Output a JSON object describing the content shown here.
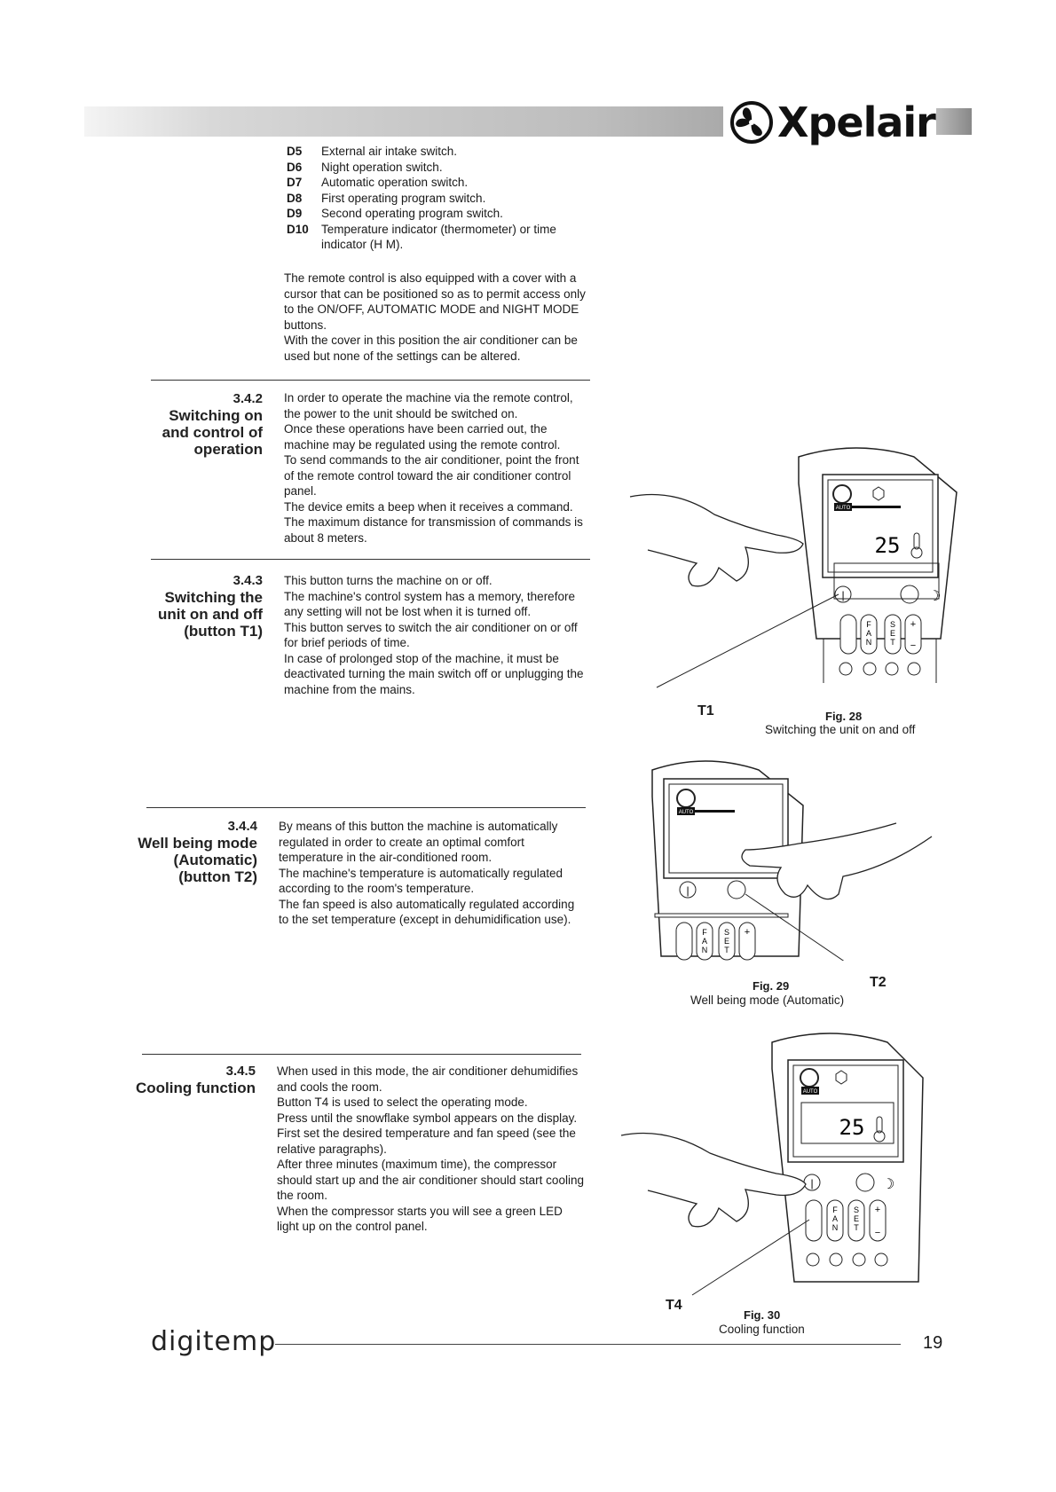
{
  "header": {
    "brand": "Xpelair",
    "logo_icon": "fan-logo-icon"
  },
  "d_items": [
    {
      "code": "D5",
      "text": "External air intake switch."
    },
    {
      "code": "D6",
      "text": "Night operation switch."
    },
    {
      "code": "D7",
      "text": "Automatic operation switch."
    },
    {
      "code": "D8",
      "text": "First operating program switch."
    },
    {
      "code": "D9",
      "text": "Second operating program switch."
    },
    {
      "code": "D10",
      "text": "Temperature indicator (thermometer) or time indicator (H M)."
    }
  ],
  "cover_paragraph": [
    "The remote control is also equipped with a cover with a cursor that can be positioned so as to permit access only to the ON/OFF, AUTOMATIC MODE and NIGHT MODE buttons.",
    "With the cover in this position the air conditioner can be used but none of the settings can be altered."
  ],
  "sections": [
    {
      "number": "3.4.2",
      "title_lines": [
        "Switching on",
        "and control of",
        "operation"
      ],
      "paragraphs": [
        "In order to operate the machine via the remote control, the power to the unit should be switched on.",
        "Once these operations have been carried out, the machine may be regulated using the remote control.",
        "To send commands to the air conditioner, point the front of the remote control toward the air conditioner control panel.",
        "The device emits a beep when it receives a command.",
        "The maximum distance for transmission of commands is about 8 meters."
      ]
    },
    {
      "number": "3.4.3",
      "title_lines": [
        "Switching the",
        "unit on and off",
        "(button T1)"
      ],
      "paragraphs": [
        "This button turns the machine on or off.",
        "The machine's control system has a memory, therefore any setting will not be lost when it is turned off.",
        "This button serves to switch the air conditioner on or off for brief periods of time.",
        "In case of prolonged stop of the machine, it must be deactivated turning the main switch off or unplugging the machine from the mains."
      ]
    },
    {
      "number": "3.4.4",
      "title_lines": [
        "Well being mode",
        "(Automatic)",
        "(button T2)"
      ],
      "paragraphs": [
        "By means of this button the machine is automatically regulated in order to create an optimal comfort temperature in the air-conditioned room.",
        "The machine's temperature is automatically regulated according to the room's temperature.",
        "The fan speed is also automatically regulated according to the set temperature (except in dehumidification use)."
      ]
    },
    {
      "number": "3.4.5",
      "title_lines": [
        "Cooling function"
      ],
      "paragraphs": [
        "When used in this mode, the air conditioner dehumidifies and cools the room.",
        "Button T4 is used to select the operating mode.",
        "Press until the snowflake symbol appears on the display.",
        "First set the desired temperature and fan speed (see the relative paragraphs).",
        "After three minutes (maximum time), the compressor should start up and the air conditioner should start cooling the room.",
        "When the compressor starts you will see a green LED light up on the control panel."
      ]
    }
  ],
  "figures": [
    {
      "number": "Fig. 28",
      "caption": "Switching the unit on and off",
      "callout": "T1",
      "display_temp": "25",
      "display_mode": "AUTO"
    },
    {
      "number": "Fig. 29",
      "caption": "Well being mode (Automatic)",
      "callout": "T2",
      "display_mode": "AUTO"
    },
    {
      "number": "Fig. 30",
      "caption": "Cooling function",
      "callout": "T4",
      "display_temp": "25",
      "display_mode": "AUTO"
    }
  ],
  "remote_buttons": {
    "fan_letters": [
      "F",
      "A",
      "N"
    ],
    "set_letters": [
      "S",
      "E",
      "T"
    ],
    "plus": "+",
    "minus": "−"
  },
  "footer": {
    "brand": "digitemp",
    "page_number": "19"
  }
}
